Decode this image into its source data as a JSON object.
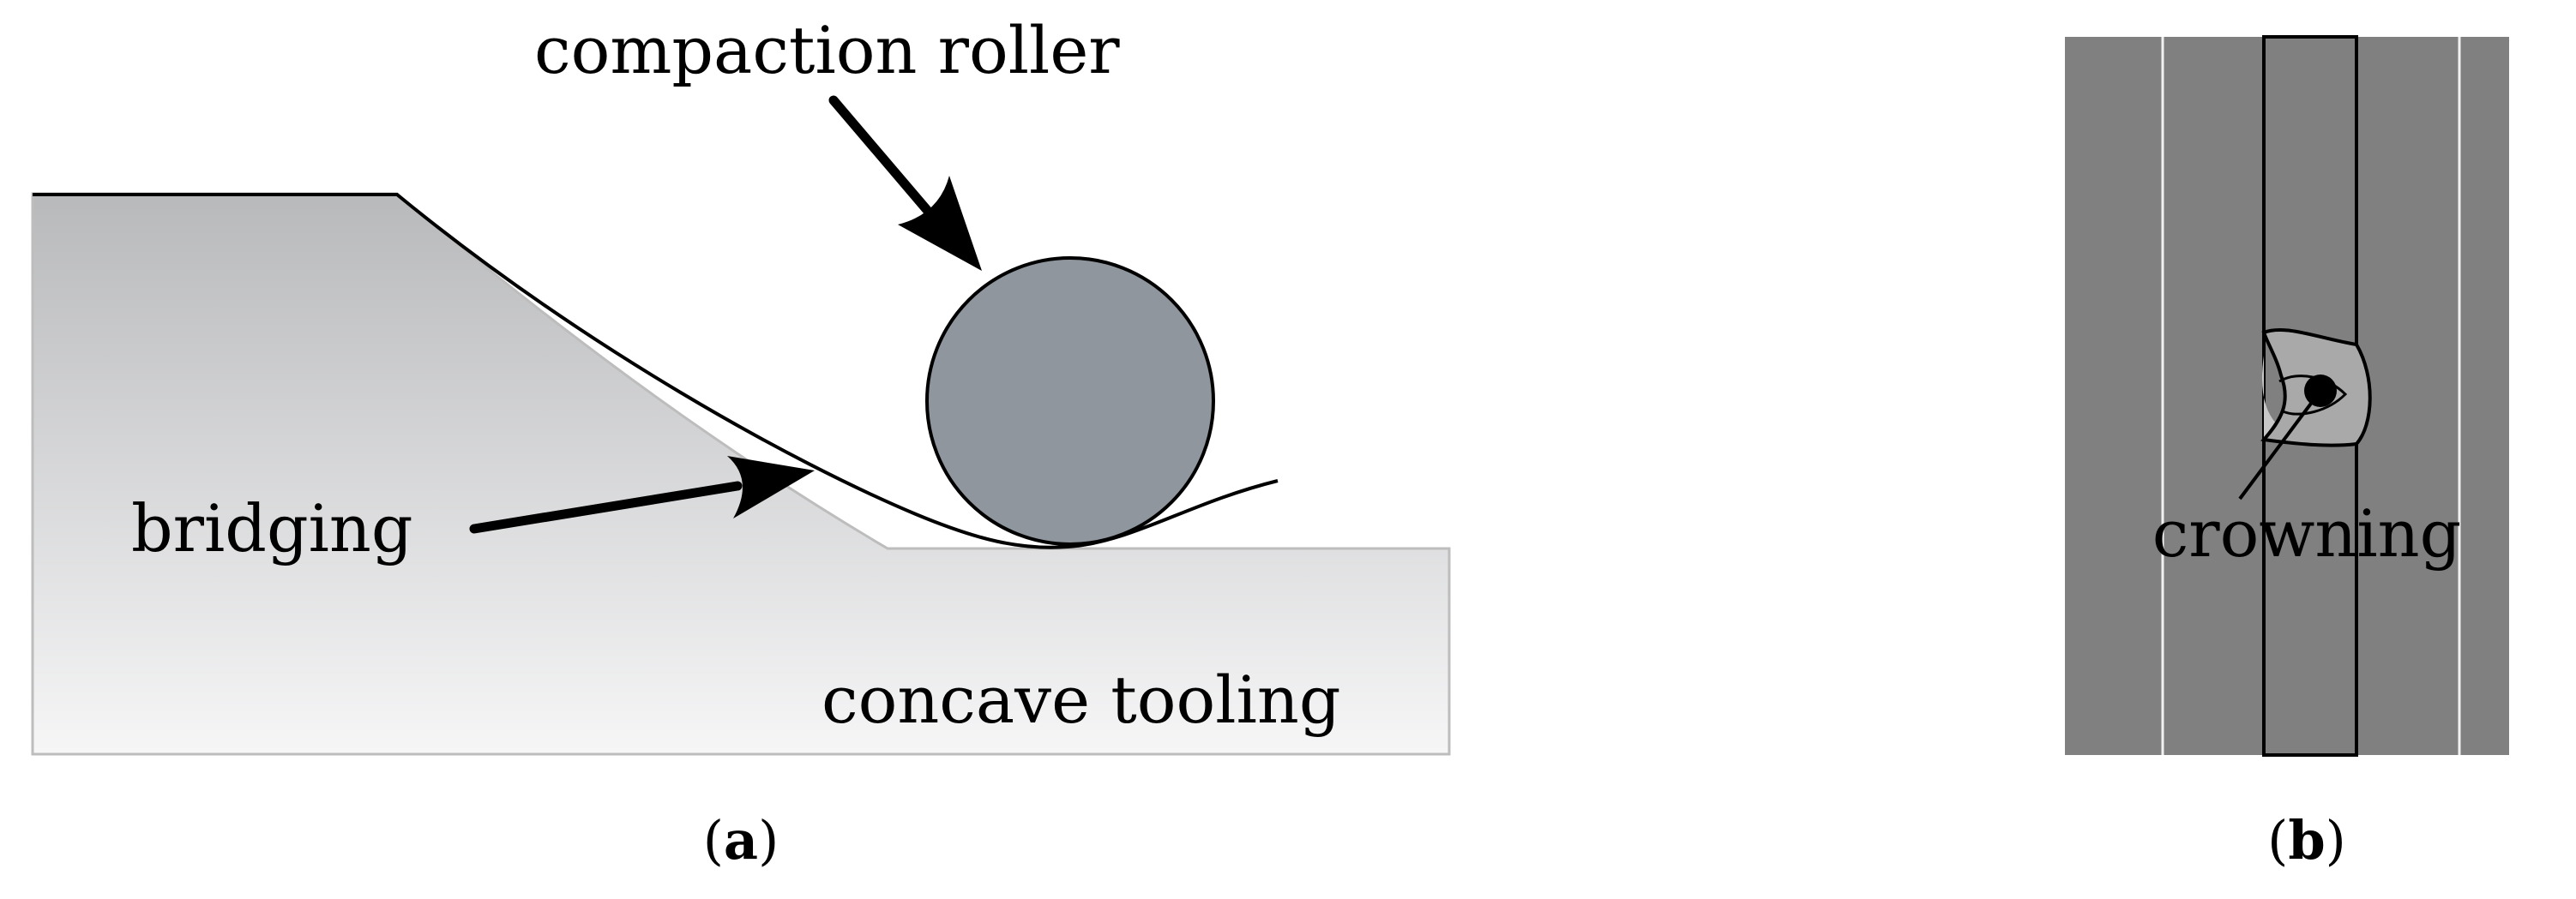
{
  "panel_a": {
    "labels": {
      "compaction_roller": "compaction roller",
      "bridging": "bridging",
      "concave_tooling": "concave tooling"
    },
    "caption": {
      "open": "(",
      "letter": "a",
      "close": ")"
    }
  },
  "panel_b": {
    "labels": {
      "crowning": "crowning"
    },
    "caption": {
      "open": "(",
      "letter": "b",
      "close": ")"
    }
  },
  "colors": {
    "tooling_top": "#b8b9bb",
    "tooling_bottom": "#f6f6f7",
    "roller": "#8f969d",
    "tape_strip": "#808080",
    "tape_line": "#f2f2f2",
    "outline": "#000000"
  }
}
